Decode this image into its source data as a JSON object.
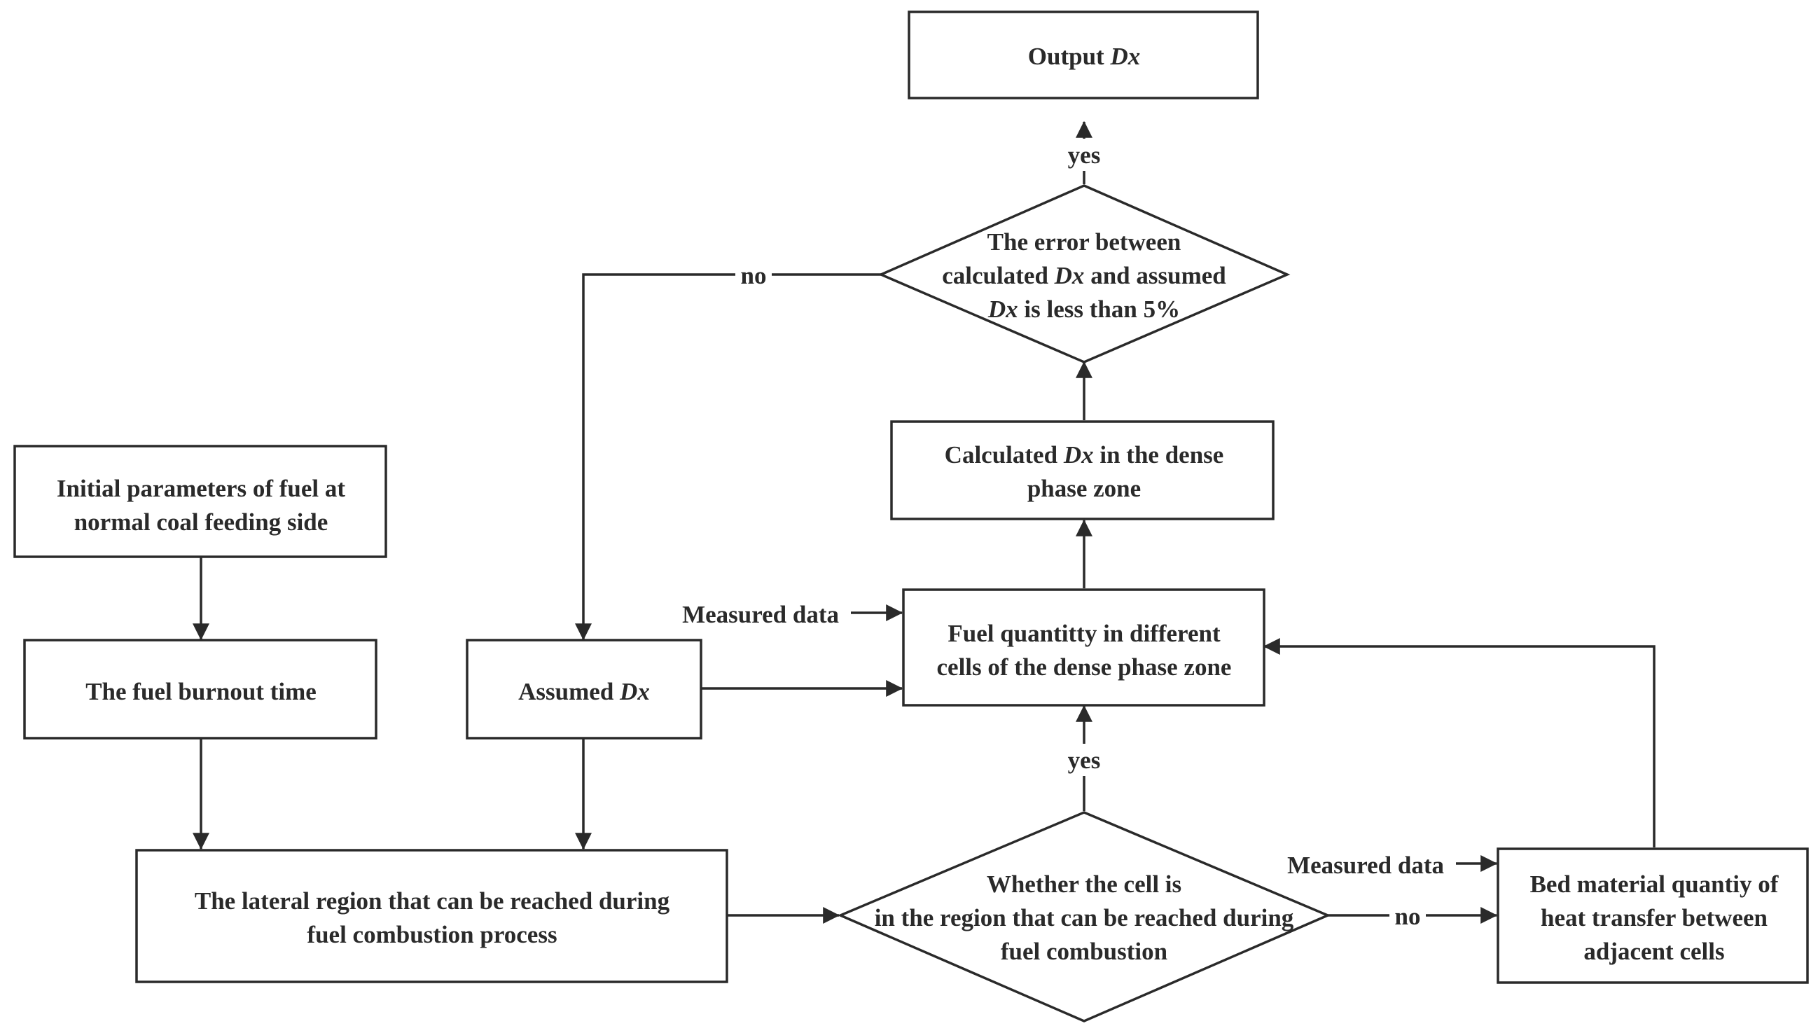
{
  "nodes": {
    "output": {
      "lines": [
        [
          {
            "t": "Output "
          },
          {
            "t": "Dx",
            "i": true
          }
        ]
      ]
    },
    "error_check": {
      "lines": [
        [
          {
            "t": "The error between"
          }
        ],
        [
          {
            "t": "calculated "
          },
          {
            "t": "Dx",
            "i": true
          },
          {
            "t": " and assumed"
          }
        ],
        [
          {
            "t": "Dx",
            "i": true
          },
          {
            "t": " is less than 5%"
          }
        ]
      ]
    },
    "calculated": {
      "lines": [
        [
          {
            "t": "Calculated "
          },
          {
            "t": "Dx",
            "i": true
          },
          {
            "t": " in the dense"
          }
        ],
        [
          {
            "t": "phase zone"
          }
        ]
      ]
    },
    "initial_params": {
      "lines": [
        [
          {
            "t": "Initial parameters of fuel at"
          }
        ],
        [
          {
            "t": "normal coal feeding side"
          }
        ]
      ]
    },
    "burnout_time": {
      "lines": [
        [
          {
            "t": "The fuel burnout time"
          }
        ]
      ]
    },
    "assumed": {
      "lines": [
        [
          {
            "t": "Assumed "
          },
          {
            "t": "Dx",
            "i": true
          }
        ]
      ]
    },
    "fuel_quantity": {
      "lines": [
        [
          {
            "t": "Fuel quantitty in different"
          }
        ],
        [
          {
            "t": "cells of the dense phase zone"
          }
        ]
      ]
    },
    "lateral_region": {
      "lines": [
        [
          {
            "t": "The lateral region that can be reached during"
          }
        ],
        [
          {
            "t": "fuel combustion process"
          }
        ]
      ]
    },
    "cell_check": {
      "lines": [
        [
          {
            "t": "Whether the cell is"
          }
        ],
        [
          {
            "t": "in the region that can be reached during"
          }
        ],
        [
          {
            "t": "fuel combustion"
          }
        ]
      ]
    },
    "bed_material": {
      "lines": [
        [
          {
            "t": "Bed material quantiy of"
          }
        ],
        [
          {
            "t": "heat transfer between"
          }
        ],
        [
          {
            "t": "adjacent cells"
          }
        ]
      ]
    }
  },
  "edge_labels": {
    "yes_output": "yes",
    "no_assumed": "no",
    "measured_fuel": "Measured data",
    "yes_fuel": "yes",
    "measured_bed": "Measured data",
    "no_bed": "no"
  }
}
